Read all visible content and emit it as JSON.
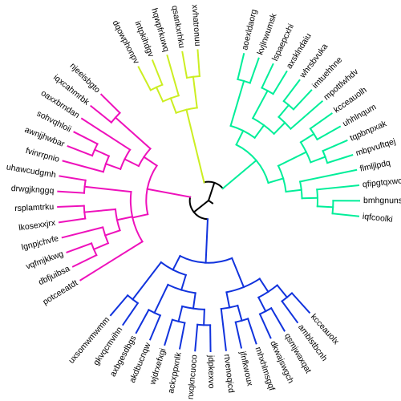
{
  "diagram": {
    "type": "circular-dendrogram",
    "root_color": "#000000",
    "clusters": [
      {
        "name": "green",
        "color": "#00ee99",
        "tree": [
          [
            [
              [
                [
                  "iqfcoolki",
                  "bmhgnunsu"
                ],
                "qfipgtqxwc"
              ],
              "flmljlpdq"
            ],
            [
              [
                "mbpvuftqej",
                "tqpbnpxak"
              ],
              [
                "uhhlnqum",
                "kcceauolh"
              ]
            ]
          ],
          [
            [
              [
                "mpottlwhdv",
                [
                  "imtuehhne",
                  "whrsbvuka"
                ]
              ],
              [
                "axsklndaiu",
                "lspaepcxhi"
              ]
            ],
            [
              "kvjlnwumsk",
              "aoexldaorg"
            ]
          ]
        ]
      },
      {
        "name": "yellow",
        "color": "#ccee22",
        "tree": [
          [
            "xvhatronuu",
            "qsankxrhku"
          ],
          [
            "hqwpfrkuwq",
            [
              "intpkihdgv",
              "dqowphonpv"
            ]
          ]
        ]
      },
      {
        "name": "magenta",
        "color": "#ee11bb",
        "tree": [
          [
            [
              "njeeisbgto",
              "iqxcahmrbk"
            ],
            [
              "oaxxbrndan",
              [
                [
                  "sohvqhloii",
                  "awnjjhwbar"
                ],
                "fvinrrpnio"
              ]
            ]
          ],
          [
            [
              "uhawcudgmh",
              "drwgjknggq"
            ],
            [
              [
                "rsplamtrku",
                "lkosexxjrx"
              ],
              [
                "lgnpjchvfe",
                [
                  "vqfmjkkwg",
                  "dbfjuibsa"
                ]
              ]
            ],
            "potceeatdt"
          ]
        ]
      },
      {
        "name": "blue",
        "color": "#1133dd",
        "tree": [
          [
            [
              "uxsomwmwmm",
              "gkvqcmvihn"
            ],
            [
              [
                "axbgesdbgs",
                "akdbucnqw"
              ],
              [
                [
                  "wjdrxefxgi",
                  "ackxppxnlk"
                ],
                [
                  "nxqkncuoco",
                  "jdpkexvo"
                ]
              ]
            ]
          ],
          [
            [
              "rtvenoqicd",
              [
                "jfnfkwoux",
                "mhxhlmsgqf"
              ]
            ],
            [
              [
                "dkwajswgch",
                "qsmjwaxqat"
              ],
              [
                "amblstbcnh",
                "kcceauolx"
              ]
            ]
          ]
        ]
      }
    ],
    "leaves": [
      "iqfcoolki",
      "bmhgnunsu",
      "qfipgtqxwc",
      "flmljlpdq",
      "mbpvuftqej",
      "tqpbnpxak",
      "uhhlnqum",
      "kcceauolh",
      "mpottlwhdv",
      "imtuehhne",
      "whrsbvuka",
      "axsklndaiu",
      "lspaepcxhi",
      "kvjlnwumsk",
      "aoexldaorg",
      "xvhatronuu",
      "qsankxrhku",
      "hqwpfrkuwq",
      "intpkihdgv",
      "dqowphonpv",
      "njeeisbgto",
      "iqxcahmrbk",
      "oaxxbrndan",
      "sohvqhloii",
      "awnjjhwbar",
      "fvinrrpnio",
      "uhawcudgmh",
      "drwgjknggq",
      "rsplamtrku",
      "lkosexxjrx",
      "lgnpjchvfe",
      "vqfmjkkwg",
      "dbfjuibsa",
      "potceeatdt",
      "uxsomwmwmm",
      "gkvqcmvihn",
      "axbgesdbgs",
      "akdbucnqw",
      "wjdrxefxgi",
      "ackxppxnlk",
      "nxqkncuoco",
      "jdpkexvo",
      "rtvenoqicd",
      "jfnfkwoux",
      "mhxhlmsgqf",
      "dkwajswgch",
      "qsmjwaxqat",
      "amblstbcnh",
      "kcceauolx"
    ]
  }
}
